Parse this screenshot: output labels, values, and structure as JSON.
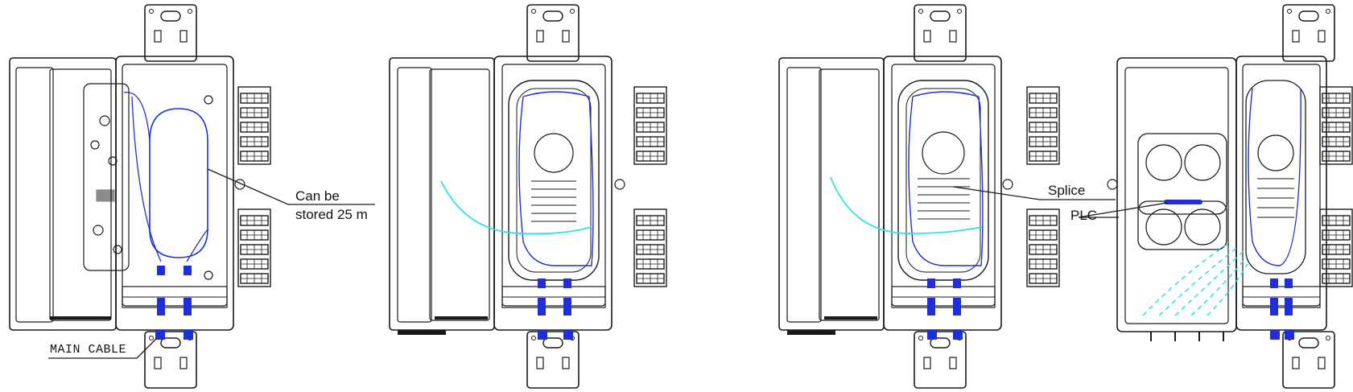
{
  "callouts": {
    "storage_line1": "Can be",
    "storage_line2": "stored 25 m",
    "splice": "Splice",
    "plc": "PLC",
    "main_cable": "MAIN CABLE"
  },
  "colors": {
    "line": "#1a1a1a",
    "fiber_blue": "#1f2fd6",
    "fiber_cyan": "#2fe3e3",
    "connector_blue": "#1f2fd6"
  },
  "icons": [
    "splice-tray-icon",
    "adapter-port-icon",
    "mounting-bracket-icon",
    "cable-gland-icon"
  ]
}
